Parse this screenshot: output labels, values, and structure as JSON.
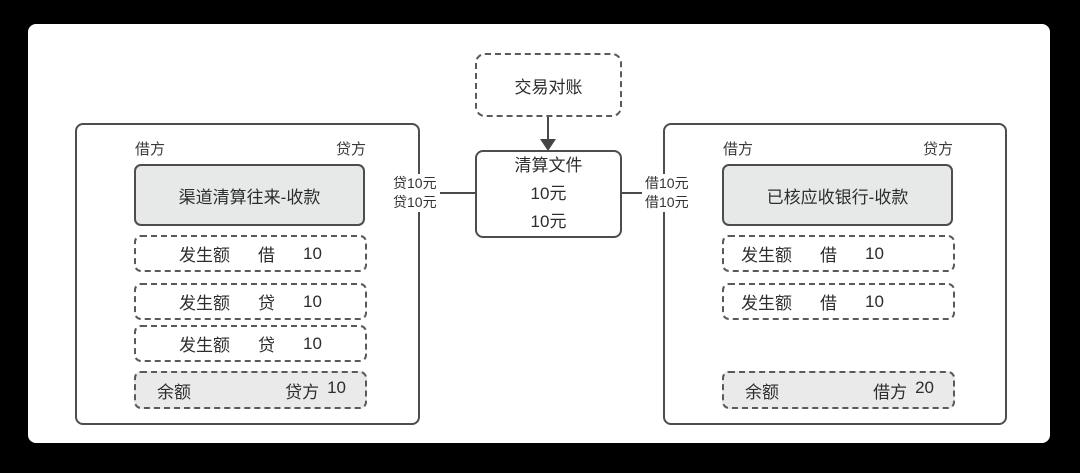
{
  "diagram": {
    "colors": {
      "frame_background": "#000000",
      "panel_background": "#ffffff",
      "solid_border": "#4d4d4d",
      "dashed_border": "#5a5a5a",
      "account_fill": "#e7e9e9",
      "balance_fill": "#eaeaea",
      "text": "#2d2d2d"
    },
    "top_box": {
      "label": "交易对账"
    },
    "center_box": {
      "line1": "清算文件",
      "line2": "10元",
      "line3": "10元"
    },
    "left_arrow": {
      "label_top": "贷10元",
      "label_bottom": "贷10元"
    },
    "right_arrow": {
      "label_top": "借10元",
      "label_bottom": "借10元"
    },
    "left_ledger": {
      "debit_header": "借方",
      "credit_header": "贷方",
      "account": "渠道清算往来-收款",
      "entries": [
        {
          "label": "发生额",
          "side": "借",
          "amount": "10"
        },
        {
          "label": "发生额",
          "side": "贷",
          "amount": "10"
        },
        {
          "label": "发生额",
          "side": "贷",
          "amount": "10"
        }
      ],
      "balance": {
        "label": "余额",
        "side": "贷方",
        "amount": "10"
      }
    },
    "right_ledger": {
      "debit_header": "借方",
      "credit_header": "贷方",
      "account": "已核应收银行-收款",
      "entries": [
        {
          "label": "发生额",
          "side": "借",
          "amount": "10"
        },
        {
          "label": "发生额",
          "side": "借",
          "amount": "10"
        }
      ],
      "balance": {
        "label": "余额",
        "side": "借方",
        "amount": "20"
      }
    }
  }
}
